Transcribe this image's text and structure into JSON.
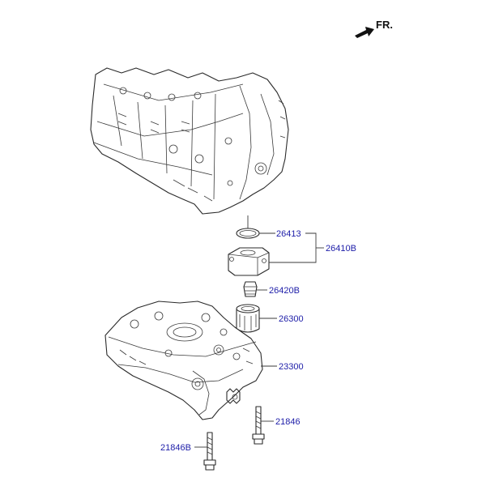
{
  "direction": {
    "label": "FR.",
    "icon": "front-direction-arrow-icon"
  },
  "parts": {
    "p26413": "26413",
    "p26410B": "26410B",
    "p26420B": "26420B",
    "p26300": "26300",
    "p23300": "23300",
    "p21846": "21846",
    "p21846B": "21846B"
  },
  "colors": {
    "label": "#1c1ca8",
    "line": "#2a2a2a"
  }
}
